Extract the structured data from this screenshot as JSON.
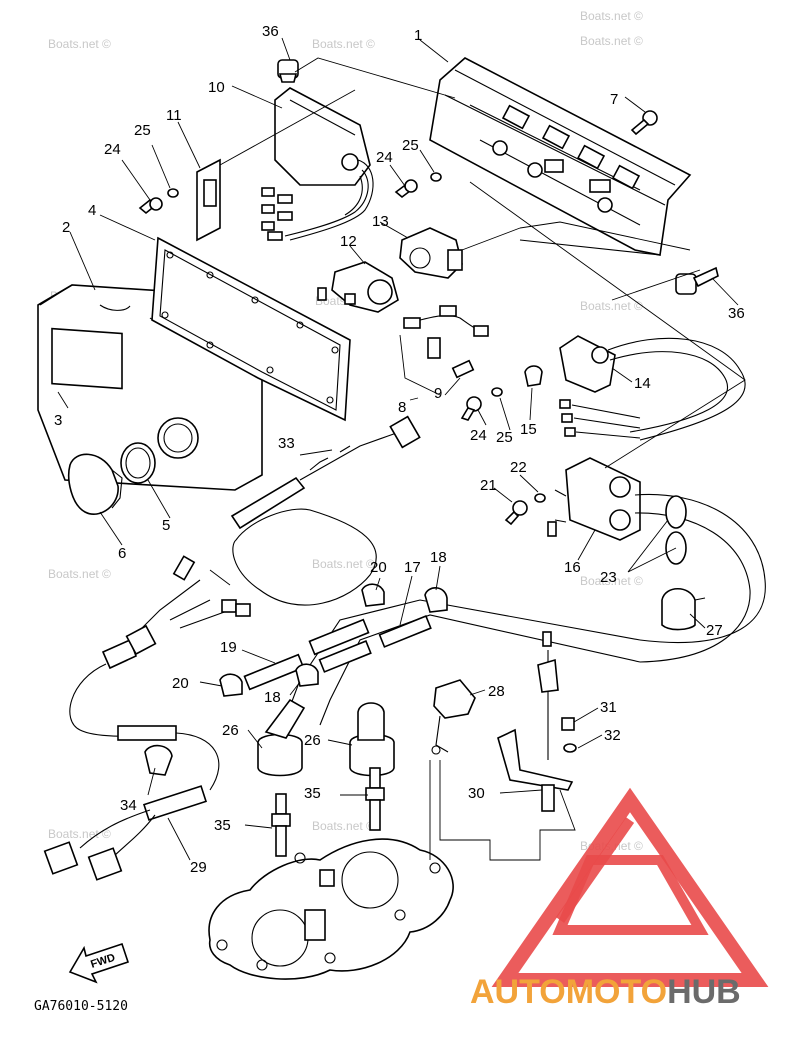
{
  "callouts": [
    {
      "id": "c36a",
      "text": "36"
    },
    {
      "id": "c1",
      "text": "1"
    },
    {
      "id": "c10",
      "text": "10"
    },
    {
      "id": "c11",
      "text": "11"
    },
    {
      "id": "c25a",
      "text": "25"
    },
    {
      "id": "c24a",
      "text": "24"
    },
    {
      "id": "c7",
      "text": "7"
    },
    {
      "id": "c25b",
      "text": "25"
    },
    {
      "id": "c24b",
      "text": "24"
    },
    {
      "id": "c2",
      "text": "2"
    },
    {
      "id": "c4",
      "text": "4"
    },
    {
      "id": "c13",
      "text": "13"
    },
    {
      "id": "c12",
      "text": "12"
    },
    {
      "id": "c36b",
      "text": "36"
    },
    {
      "id": "c3",
      "text": "3"
    },
    {
      "id": "c14",
      "text": "14"
    },
    {
      "id": "c9",
      "text": "9"
    },
    {
      "id": "c8",
      "text": "8"
    },
    {
      "id": "c24c",
      "text": "24"
    },
    {
      "id": "c25c",
      "text": "25"
    },
    {
      "id": "c15",
      "text": "15"
    },
    {
      "id": "c33",
      "text": "33"
    },
    {
      "id": "c22",
      "text": "22"
    },
    {
      "id": "c21",
      "text": "21"
    },
    {
      "id": "c5",
      "text": "5"
    },
    {
      "id": "c6",
      "text": "6"
    },
    {
      "id": "c16",
      "text": "16"
    },
    {
      "id": "c23",
      "text": "23"
    },
    {
      "id": "c18a",
      "text": "18"
    },
    {
      "id": "c20a",
      "text": "20"
    },
    {
      "id": "c17",
      "text": "17"
    },
    {
      "id": "c27",
      "text": "27"
    },
    {
      "id": "c19",
      "text": "19"
    },
    {
      "id": "c20b",
      "text": "20"
    },
    {
      "id": "c18b",
      "text": "18"
    },
    {
      "id": "c28",
      "text": "28"
    },
    {
      "id": "c26a",
      "text": "26"
    },
    {
      "id": "c26b",
      "text": "26"
    },
    {
      "id": "c31",
      "text": "31"
    },
    {
      "id": "c32",
      "text": "32"
    },
    {
      "id": "c35a",
      "text": "35"
    },
    {
      "id": "c30",
      "text": "30"
    },
    {
      "id": "c34",
      "text": "34"
    },
    {
      "id": "c35b",
      "text": "35"
    },
    {
      "id": "c29",
      "text": "29"
    }
  ],
  "watermark": "Boats.net ©",
  "fwd_label": "FWD",
  "diagram_code": "GA76010-5120",
  "brand": {
    "part1": "AUTOMOTO",
    "part2": "HUB",
    "color_orange": "#f2a33a",
    "color_gray": "#6b6b6b",
    "logo_color": "#e94a4a"
  }
}
